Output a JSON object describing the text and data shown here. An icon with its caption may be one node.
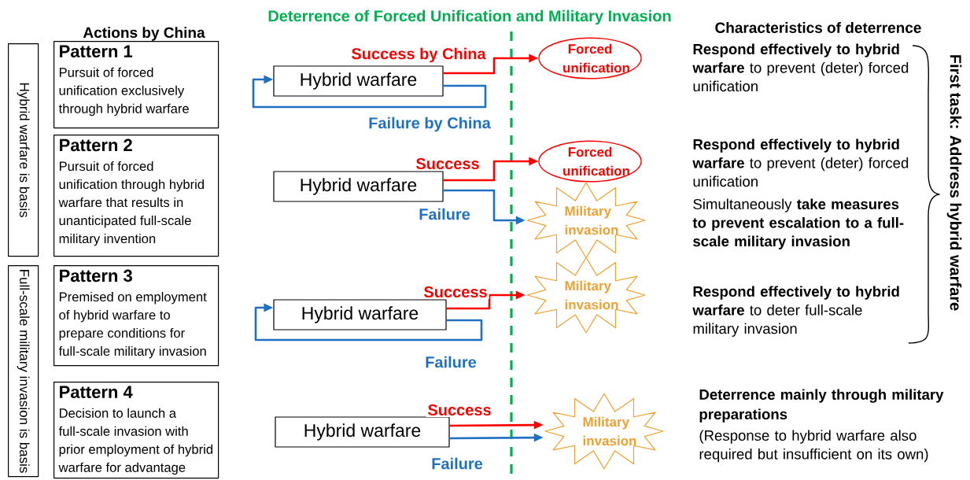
{
  "diagram": {
    "title": "Deterrence of Forced Unification and Military Invasion",
    "nodes": [
      {
        "text": [
          "Hybrid warfare is basis"
        ]
      },
      {
        "text": [
          "Full-scale military invasion is basis"
        ]
      },
      {
        "text": [
          "Pattern 1",
          "Pursuit of forced unification exclusively through hybrid warfare"
        ]
      },
      {
        "text": [
          "Pattern 2",
          "Pursuit of forced unification through hybrid warfare that results in unanticipated full-scale military invention"
        ]
      },
      {
        "text": [
          "Pattern 3",
          "Premised on employment of hybrid warfare to prepare conditions for full-scale military invasion"
        ]
      },
      {
        "text": [
          "Pattern 4",
          "Decision to launch a full-scale invasion with prior employment of hybrid warfare for advantage"
        ]
      },
      {
        "text": [
          "Hybrid warfare"
        ]
      },
      {
        "text": [
          "Forced unification"
        ]
      },
      {
        "text": [
          "Hybrid warfare"
        ]
      },
      {
        "text": [
          "Forced unification"
        ]
      },
      {
        "text": [
          "Military invasion"
        ]
      },
      {
        "text": [
          "Hybrid warfare"
        ]
      },
      {
        "text": [
          "Military invasion"
        ]
      },
      {
        "text": [
          "Hybrid warfare"
        ]
      },
      {
        "text": [
          "Military invasion"
        ]
      }
    ],
    "edges": [
      {
        "from": 6,
        "to": 7,
        "arrow": "to",
        "label": "Success by China",
        "color": "#ff0000"
      },
      {
        "from": 6,
        "to": 6,
        "arrow": "to",
        "label": "Failure by China",
        "color": "#1f70c1"
      },
      {
        "from": 8,
        "to": 9,
        "arrow": "to",
        "label": "Success",
        "color": "#ff0000"
      },
      {
        "from": 8,
        "to": 10,
        "arrow": "to",
        "label": "Failure",
        "color": "#1f70c1"
      },
      {
        "from": 11,
        "to": 12,
        "arrow": "to",
        "label": "Success",
        "color": "#ff0000"
      },
      {
        "from": 11,
        "to": 11,
        "arrow": "to",
        "label": "Failure",
        "color": "#1f70c1"
      },
      {
        "from": 13,
        "to": 14,
        "arrow": "to",
        "label": "Success",
        "color": "#ff0000"
      },
      {
        "from": 13,
        "to": 14,
        "arrow": "to",
        "label": "Failure",
        "color": "#1f70c1"
      }
    ],
    "labels": [
      "Actions by China",
      "Characteristics of deterrence",
      "**Respond effectively to hybrid warfare** to prevent (deter) forced unification",
      "**Respond effectively to hybrid warfare** to prevent (deter) forced unification",
      "Simultaneously **take measures to prevent escalation to a full-scale military invasion**",
      "**Respond effectively to hybrid warfare** to deter full-scale military invasion",
      "Deterrence mainly through military preparations",
      "(Response to hybrid warfare also required but insufficient on its own)",
      "First task: Address hybrid warfare"
    ]
  }
}
